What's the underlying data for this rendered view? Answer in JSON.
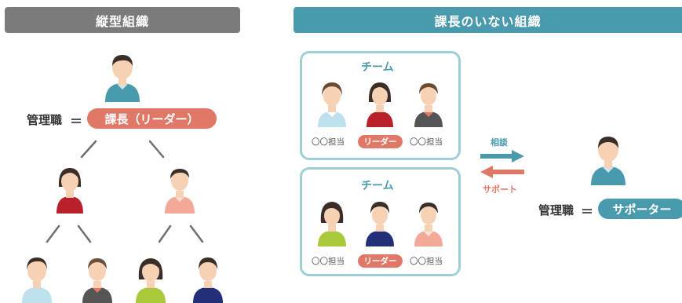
{
  "colors": {
    "gray_header": "#7b7b7b",
    "teal": "#4a9aad",
    "coral": "#e07868",
    "team_border": "#9fcfd6",
    "skin": "#f7d1b3",
    "hair": "#3b2d28"
  },
  "left": {
    "header": "縦型組織",
    "manager_label": "管理職",
    "equals": "＝",
    "role_pill": "課長（リーダー）"
  },
  "right": {
    "header": "課長のいない組織",
    "teams": [
      {
        "title": "チーム",
        "labels": [
          "〇〇担当",
          "リーダー",
          "〇〇担当"
        ]
      },
      {
        "title": "チーム",
        "labels": [
          "〇〇担当",
          "リーダー",
          "〇〇担当"
        ]
      }
    ],
    "arrow_top_label": "相談",
    "arrow_bottom_label": "サポート",
    "manager_label": "管理職",
    "equals": "＝",
    "role_pill": "サポーター"
  }
}
